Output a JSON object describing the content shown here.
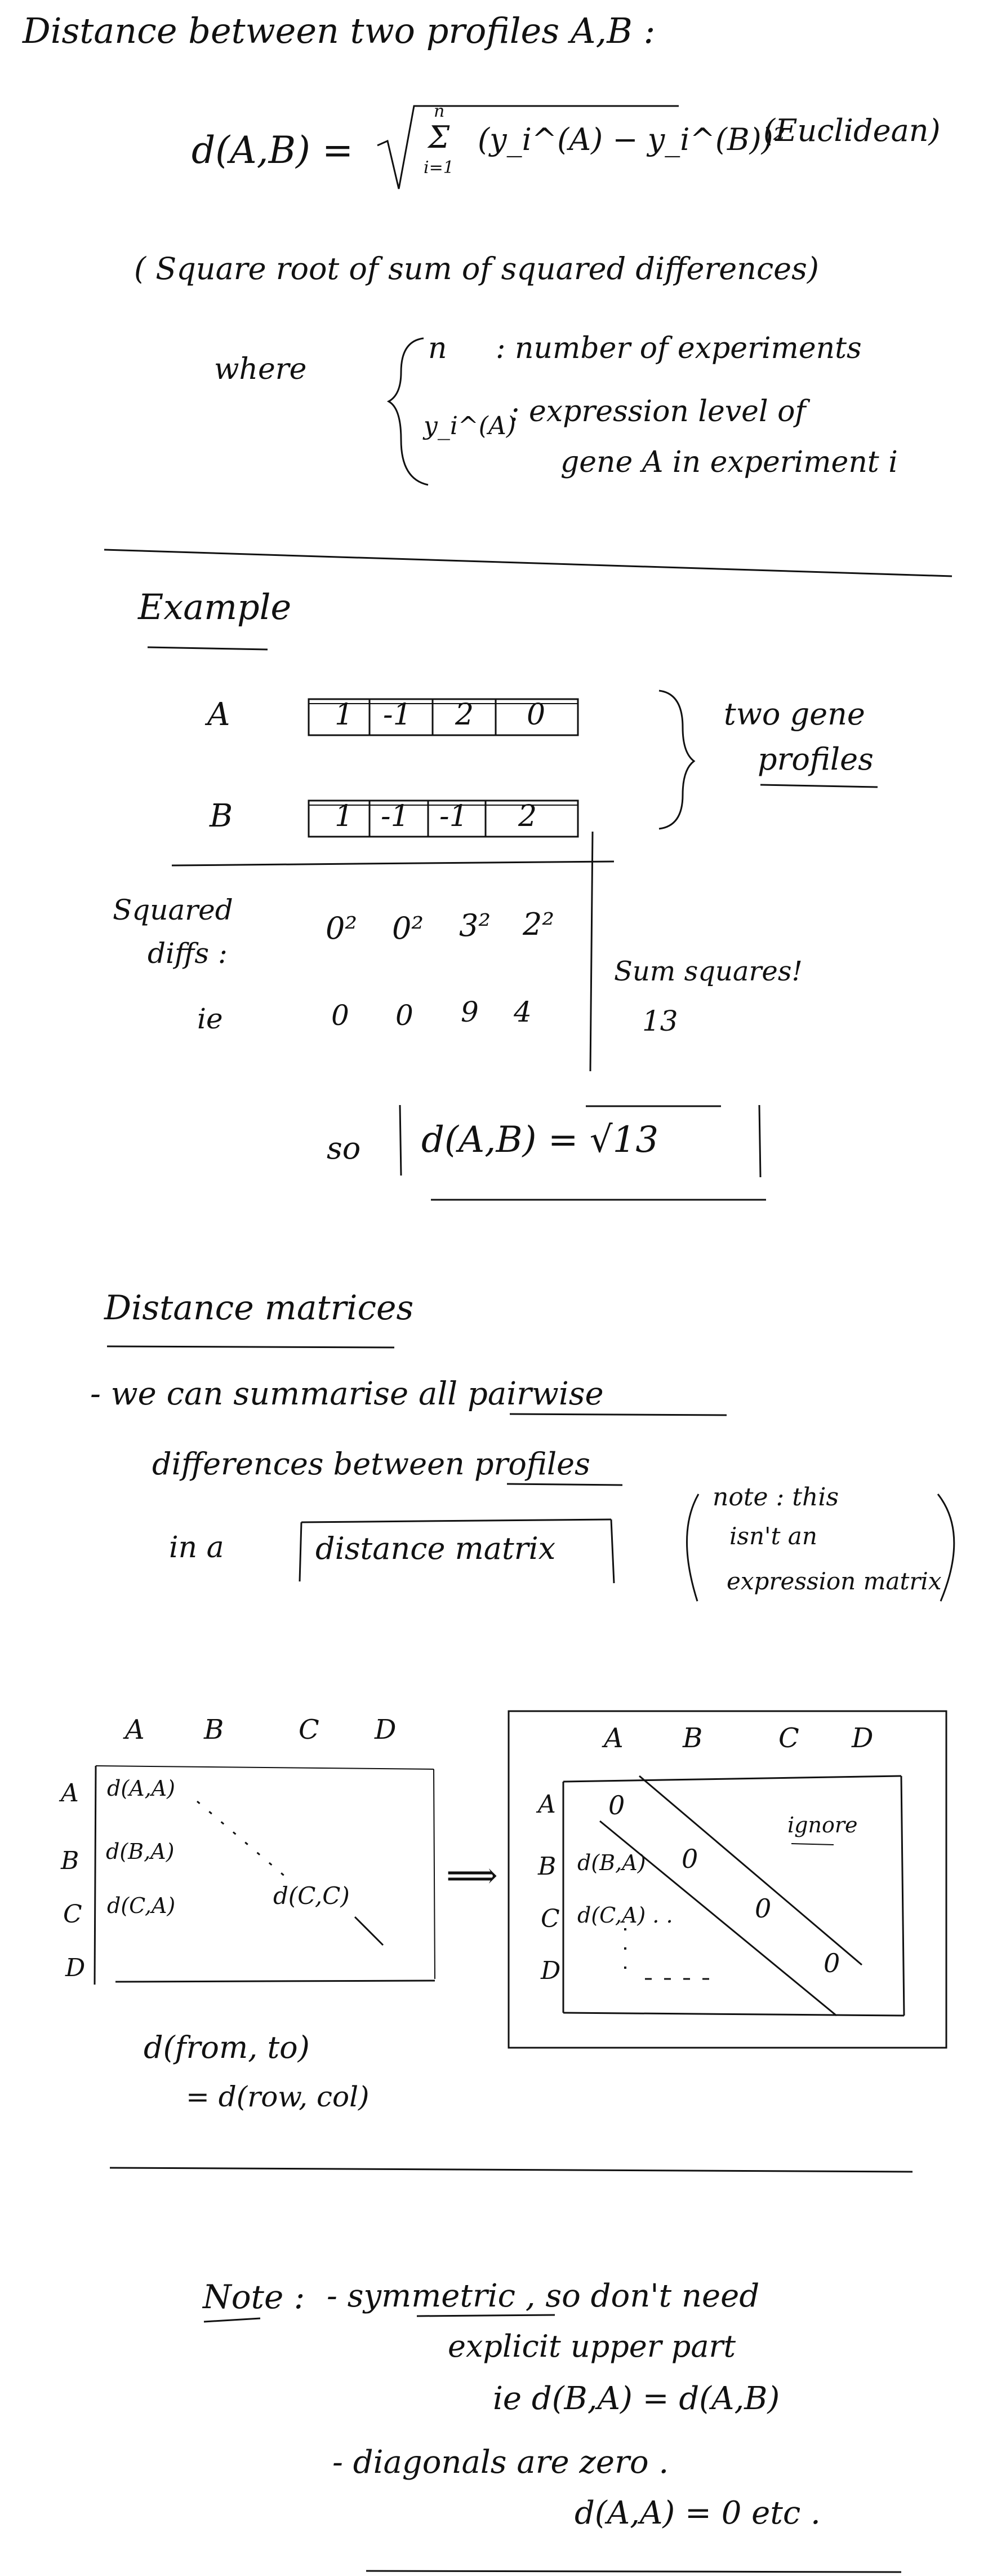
{
  "section1": {
    "heading": "Distance between two profiles A,B :",
    "formula_lhs": "d(A,B) =",
    "formula_sum_top": "n",
    "formula_sum_sym": "Σ",
    "formula_sum_bottom": "i=1",
    "formula_body": "(y_i^(A) − y_i^(B))²",
    "formula_note": "(Euclidean)",
    "description": "( Square root of sum of squared differences)",
    "where_label": "where",
    "def_n_sym": "n",
    "def_n_text": ": number of experiments",
    "def_y_sym": "y_i^(A)",
    "def_y_text_1": ": expression level of",
    "def_y_text_2": "gene A in experiment i"
  },
  "example": {
    "heading": "Example",
    "row_a_label": "A",
    "row_a_values": [
      "1",
      "-1",
      "2",
      "0"
    ],
    "row_b_label": "B",
    "row_b_values": [
      "1",
      "-1",
      "-1",
      "2"
    ],
    "brace_note_1": "two gene",
    "brace_note_2": "profiles",
    "sq_label_1": "Squared",
    "sq_label_2": "diffs :",
    "sq_terms": [
      "0²",
      "0²",
      "3²",
      "2²"
    ],
    "ie_label": "ie",
    "sq_values": [
      "0",
      "0",
      "9",
      "4"
    ],
    "sum_label": "Sum squares!",
    "sum_value": "13",
    "so_label": "so",
    "result": "d(A,B) = √13"
  },
  "matrices": {
    "heading": "Distance matrices",
    "bullet_1": "- we can summarise all pairwise",
    "bullet_2": "differences between profiles",
    "bullet_3_prefix": "in a",
    "boxed_term": "distance matrix",
    "aside_1": "note : this",
    "aside_2": "isn't an",
    "aside_3": "expression matrix",
    "left_cols": [
      "A",
      "B",
      "C",
      "D"
    ],
    "left_rows": [
      "A",
      "B",
      "C",
      "D"
    ],
    "left_cells": [
      "d(A,A)",
      "d(B,A)",
      "d(C,A)",
      "d(C,C)"
    ],
    "right_cols": [
      "A",
      "B",
      "C",
      "D"
    ],
    "right_rows": [
      "A",
      "B",
      "C",
      "D"
    ],
    "right_cells": [
      "d(B,A)",
      "d(C,A) . ."
    ],
    "diag_zero": "0",
    "ignore_label": "ignore",
    "arrow": "⟹",
    "from_to_1": "d(from, to)",
    "from_to_2": "= d(row, col)"
  },
  "notes": {
    "note_label": "Note :",
    "line_1": "- symmetric , so don't need",
    "line_2": "explicit upper part",
    "line_3": "ie   d(B,A) = d(A,B)",
    "line_4": "- diagonals are zero .",
    "line_5": "d(A,A) = 0  etc ."
  }
}
